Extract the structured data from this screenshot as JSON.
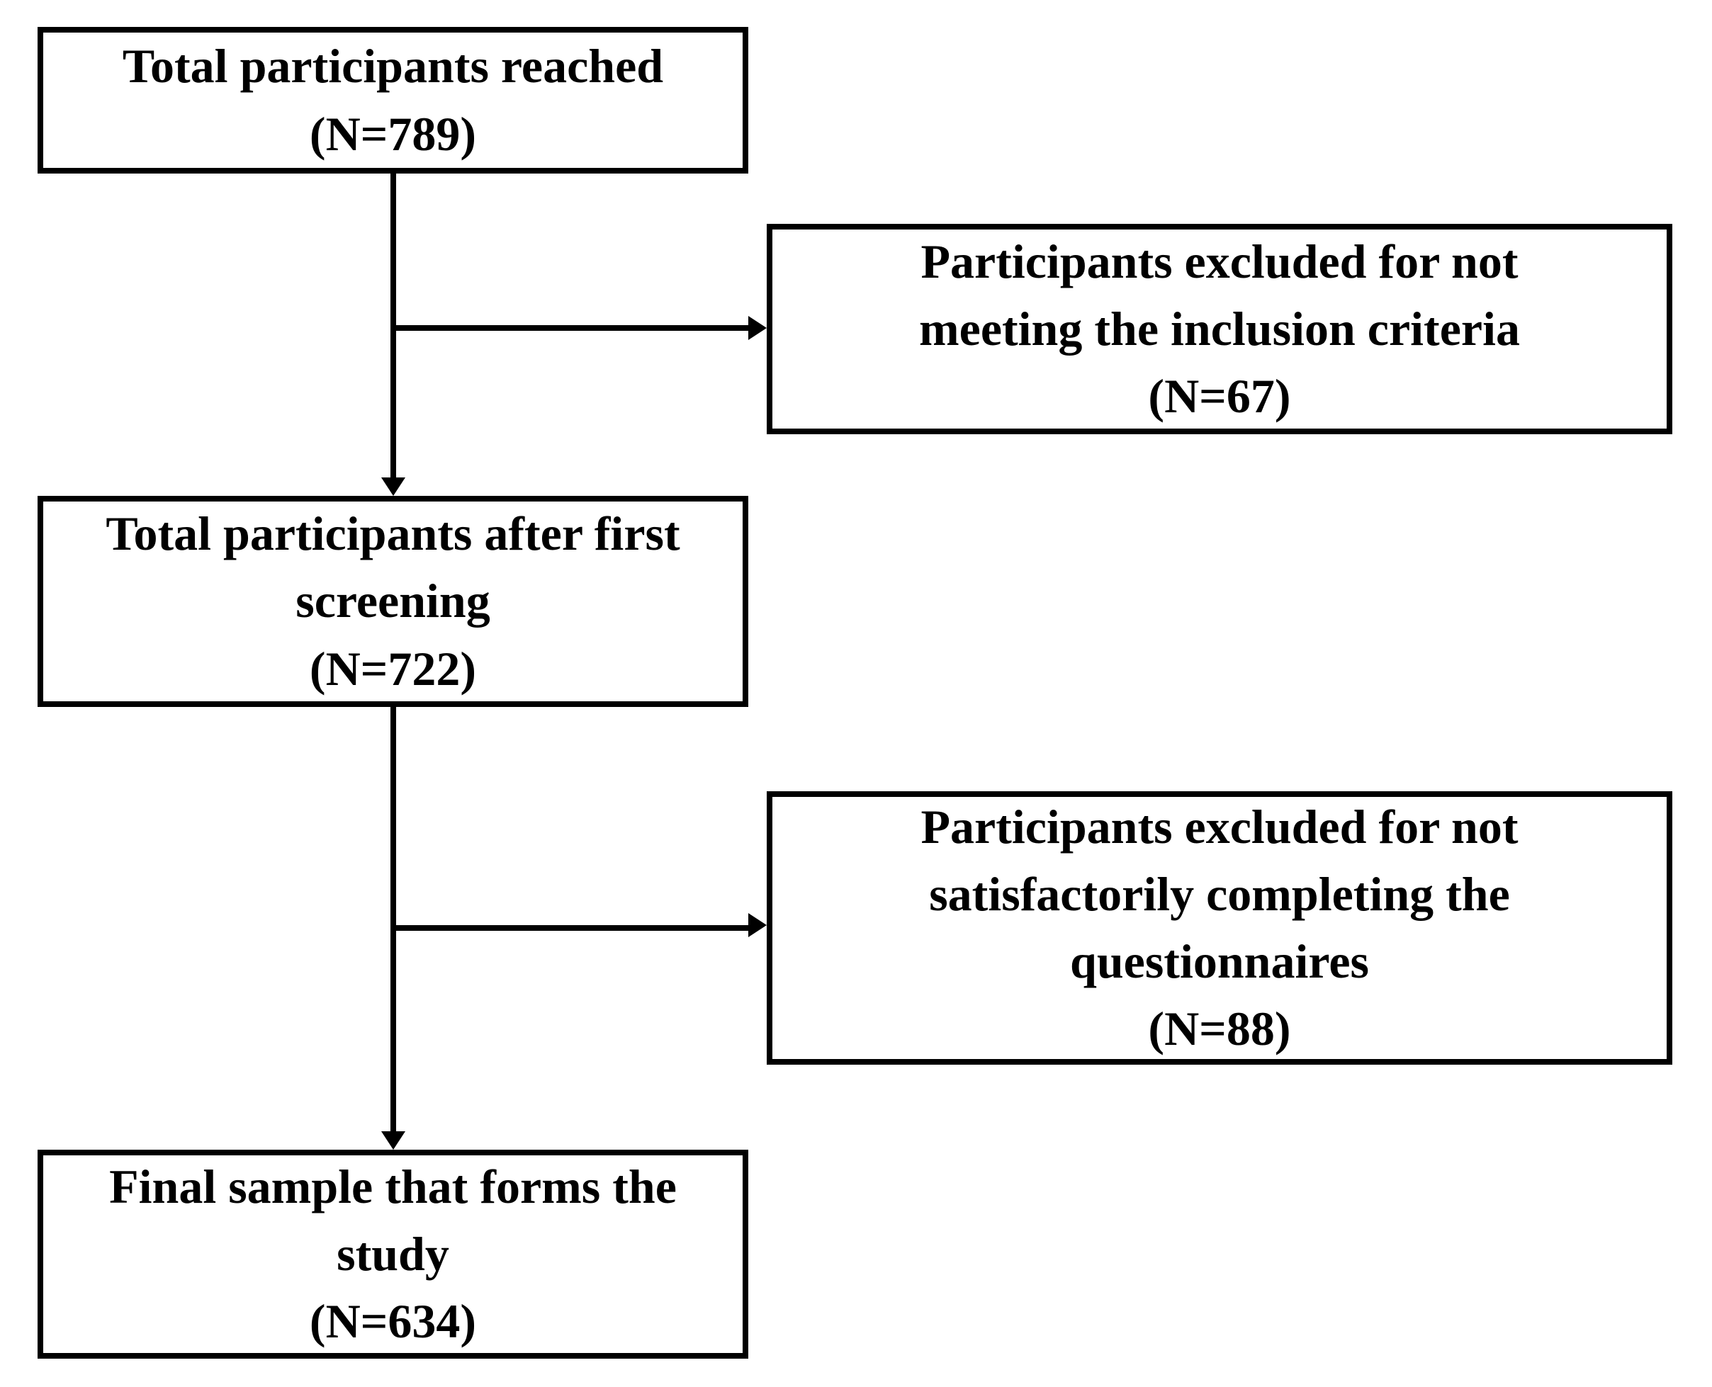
{
  "figure": {
    "background_color": "#ffffff",
    "stroke_color": "#000000",
    "text_color": "#000000"
  },
  "nodes": [
    {
      "id": "total-reached",
      "label": "Total participants reached",
      "n": 789,
      "lines": [
        "Total participants reached",
        "(N=789)"
      ]
    },
    {
      "id": "excluded-inclusion",
      "label": "Participants excluded for not meeting the inclusion criteria",
      "n": 67,
      "lines": [
        "Participants excluded for not",
        "meeting the inclusion criteria",
        "(N=67)"
      ]
    },
    {
      "id": "after-first-screening",
      "label": "Total participants after first screening",
      "n": 722,
      "lines": [
        "Total participants after first",
        "screening",
        "(N=722)"
      ]
    },
    {
      "id": "excluded-questionnaires",
      "label": "Participants excluded for not satisfactorily completing the questionnaires",
      "n": 88,
      "lines": [
        "Participants excluded for not",
        "satisfactorily completing the",
        "questionnaires",
        "(N=88)"
      ]
    },
    {
      "id": "final-sample",
      "label": "Final sample that forms the study",
      "n": 634,
      "lines": [
        "Final sample that forms the",
        "study",
        "(N=634)"
      ]
    }
  ],
  "edges": [
    {
      "id": "e1",
      "from": "total-reached",
      "to": "after-first-screening",
      "direction": "down"
    },
    {
      "id": "e2",
      "from": "total-reached",
      "to": "excluded-inclusion",
      "direction": "right"
    },
    {
      "id": "e3",
      "from": "after-first-screening",
      "to": "final-sample",
      "direction": "down"
    },
    {
      "id": "e4",
      "from": "after-first-screening",
      "to": "excluded-questionnaires",
      "direction": "right"
    }
  ]
}
